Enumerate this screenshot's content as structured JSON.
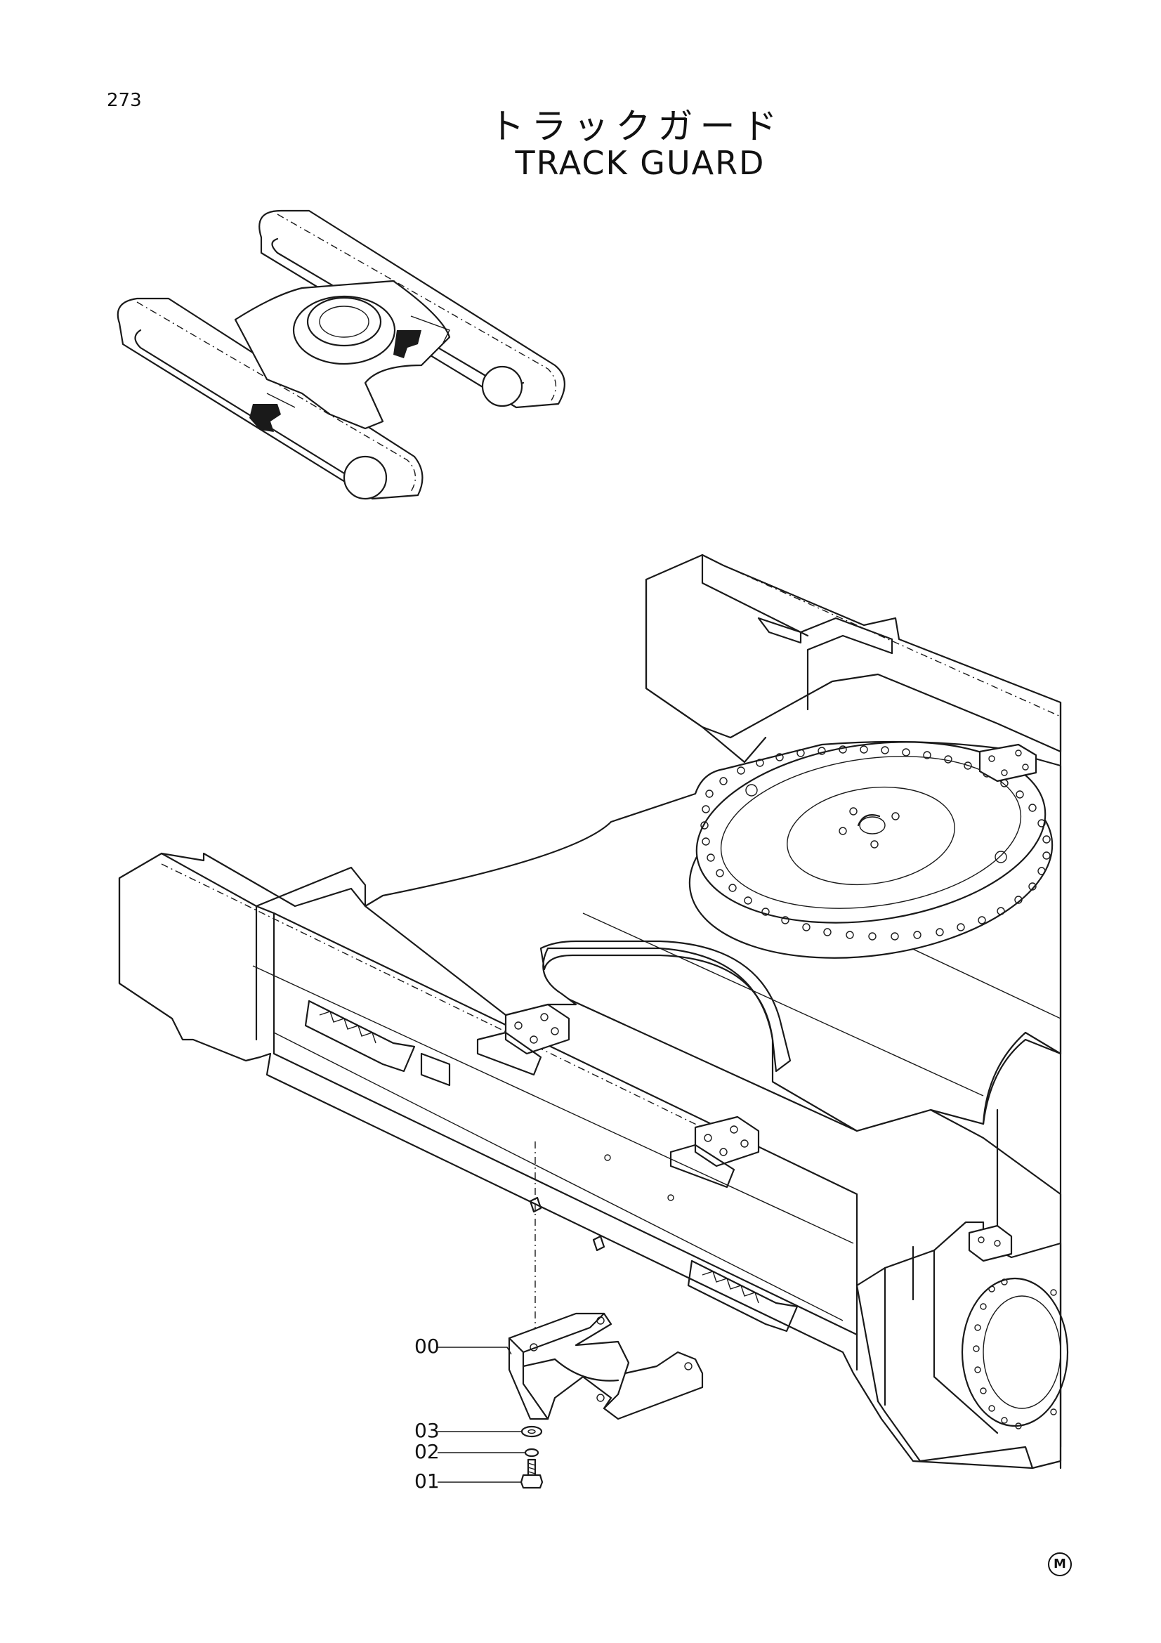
{
  "page": {
    "number": "273",
    "title_jp": "トラックガード",
    "title_en": "TRACK GUARD",
    "mark": "M"
  },
  "callouts": [
    {
      "id": "c00",
      "label": "00"
    },
    {
      "id": "c03",
      "label": "03"
    },
    {
      "id": "c02",
      "label": "02"
    },
    {
      "id": "c01",
      "label": "01"
    }
  ]
}
